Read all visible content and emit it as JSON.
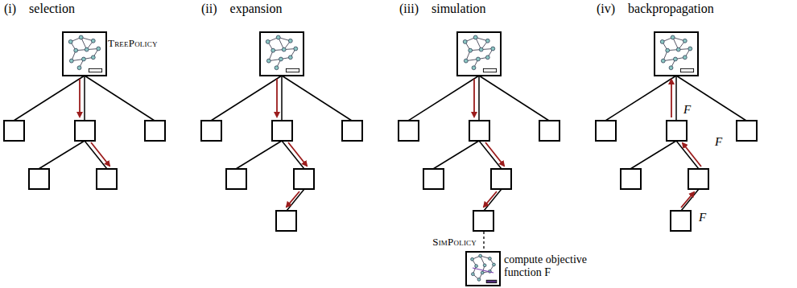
{
  "diagram": {
    "labels": [
      "(i) selection",
      "(ii) expansion",
      "(iii) simulation",
      "(iv) backpropagation",
      "TreePolicy",
      "SimPolicy",
      "compute objective function F",
      "F",
      "F",
      "F"
    ]
  }
}
